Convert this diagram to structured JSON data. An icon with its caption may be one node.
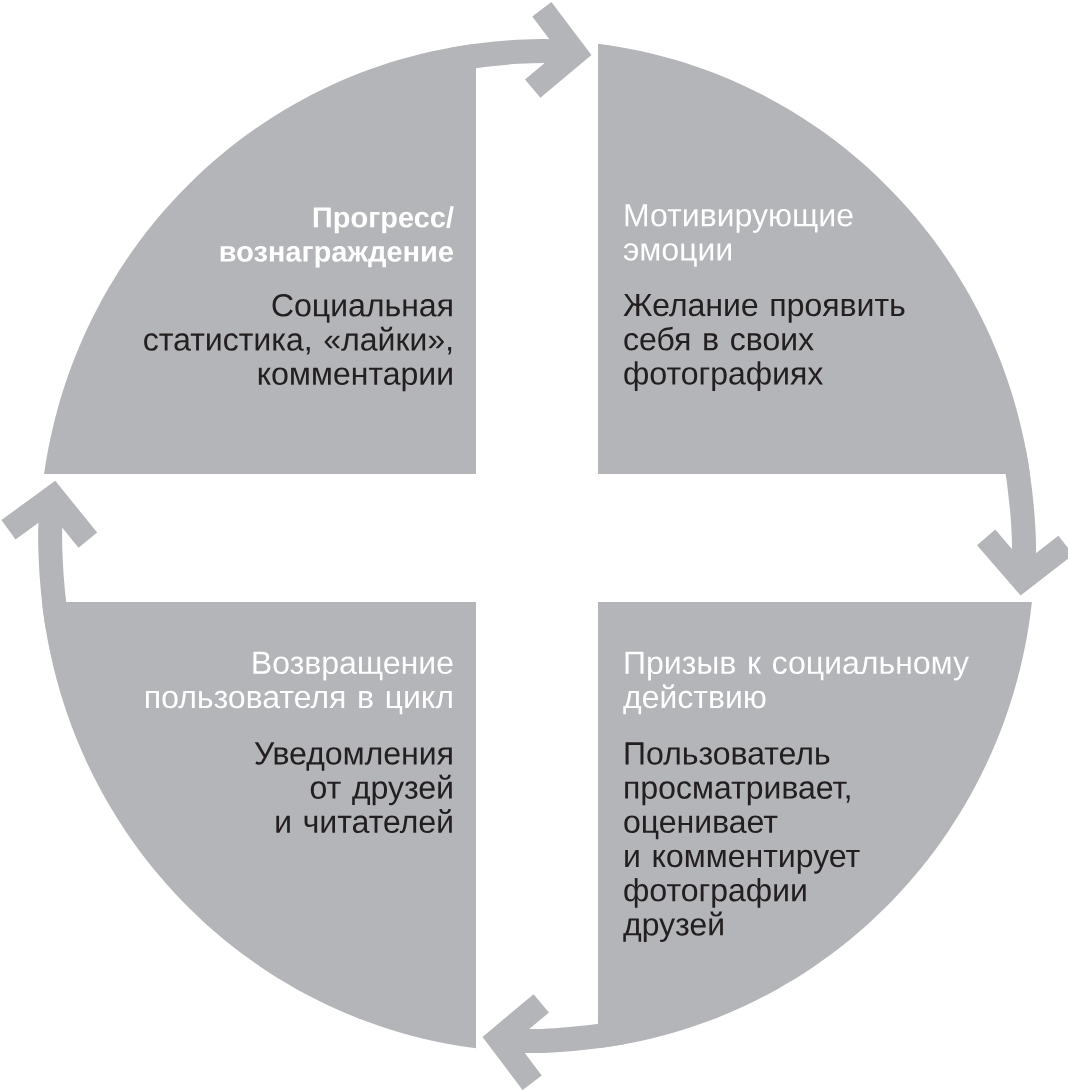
{
  "diagram": {
    "nodes": [
      {
        "text": [
          "Прогресс/ вознаграждение",
          "Социальная статистика, «лайки», комментарии"
        ]
      },
      {
        "text": [
          "Мотивирующие эмоции",
          "Желание проявить себя в своих фотографиях"
        ]
      },
      {
        "text": [
          "Возвращение пользователя в цикл",
          "Уведомления от друзей и читателей"
        ]
      },
      {
        "text": [
          "Призыв к социальному действию",
          "Пользователь просматривает, оценивает и комментирует фотографии друзей"
        ]
      }
    ],
    "edges": [
      {
        "from": 0,
        "to": 1,
        "arrow": "to"
      },
      {
        "from": 1,
        "to": 3,
        "arrow": "to"
      },
      {
        "from": 3,
        "to": 2,
        "arrow": "to"
      },
      {
        "from": 2,
        "to": 0,
        "arrow": "to"
      }
    ]
  }
}
